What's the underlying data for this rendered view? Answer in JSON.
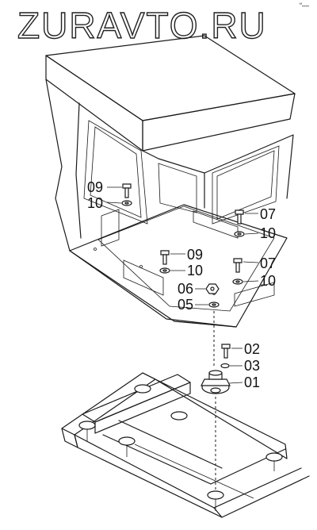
{
  "watermark": "ZURAVTO.RU",
  "corner_mark": "“—",
  "callouts": {
    "c09a": "09",
    "c10a": "10",
    "c07a": "07",
    "c10b": "10",
    "c09b": "09",
    "c10c": "10",
    "c07b": "07",
    "c10d": "10",
    "c06": "06",
    "c05": "05",
    "c02": "02",
    "c03": "03",
    "c01": "01"
  }
}
